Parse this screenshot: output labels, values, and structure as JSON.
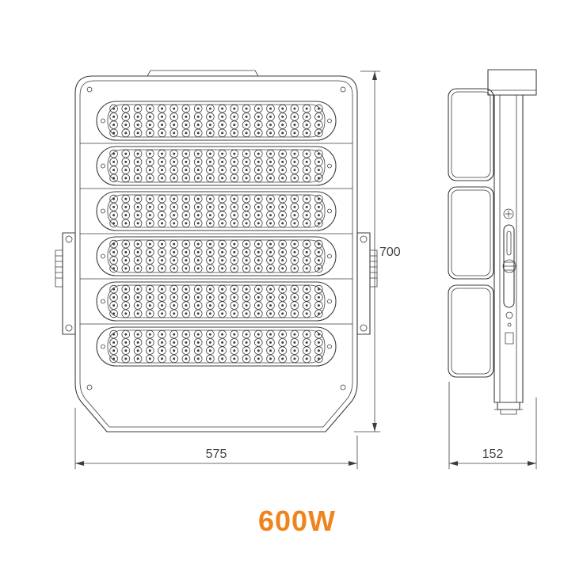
{
  "product": {
    "wattage_label": "600W"
  },
  "colors": {
    "accent": "#F0841C",
    "line": "#3d3d3d"
  },
  "dimensions": {
    "width": "575",
    "height": "700",
    "depth": "152"
  },
  "front_view": {
    "module_count": 6,
    "led_rows": 4,
    "led_cols": 18
  },
  "side_view": {
    "module_count": 3
  }
}
